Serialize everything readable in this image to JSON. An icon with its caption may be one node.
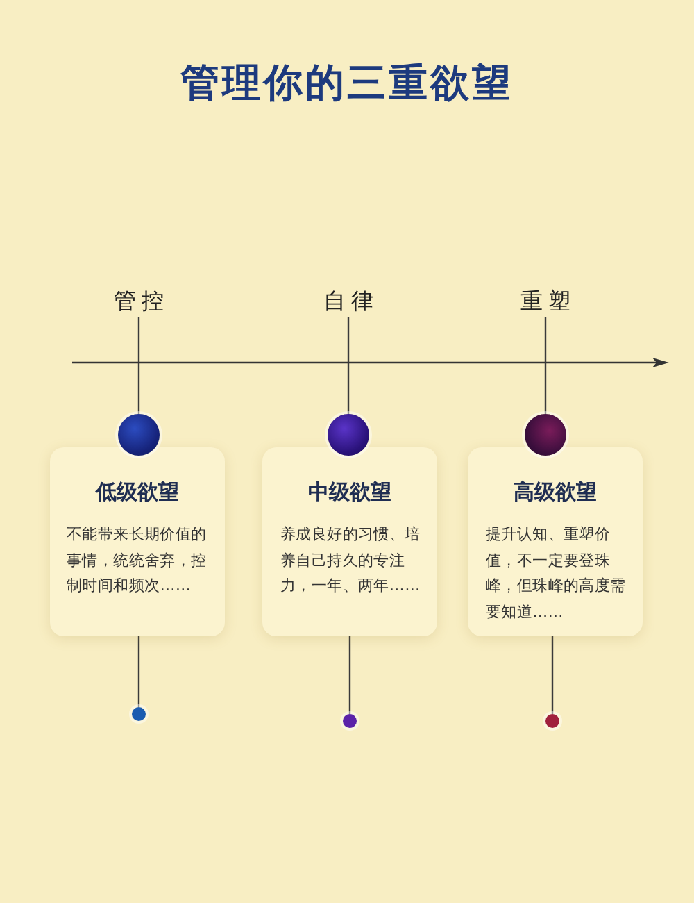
{
  "diagram": {
    "title": "管理你的三重欲望",
    "nodes": [
      {
        "text": [
          "管控"
        ]
      },
      {
        "text": [
          "自律"
        ]
      },
      {
        "text": [
          "重塑"
        ]
      },
      {
        "text": [],
        "shape": "circle"
      },
      {
        "text": [],
        "shape": "circle"
      },
      {
        "text": [],
        "shape": "circle"
      },
      {
        "text": [
          "低级欲望",
          "不能带来长期价值的事情，统统舍弃，控制时间和频次……"
        ]
      },
      {
        "text": [
          "中级欲望",
          "养成良好的习惯、培养自己持久的专注力，一年、两年……"
        ]
      },
      {
        "text": [
          "高级欲望",
          "提升认知、重塑价值，不一定要登珠峰，但珠峰的高度需要知道……"
        ]
      },
      {
        "text": [],
        "shape": "circle"
      },
      {
        "text": [],
        "shape": "circle"
      },
      {
        "text": [],
        "shape": "circle"
      }
    ],
    "edges": [
      {
        "from": 0,
        "to": 3,
        "arrow": "none"
      },
      {
        "from": 1,
        "to": 4,
        "arrow": "none"
      },
      {
        "from": 2,
        "to": 5,
        "arrow": "none"
      },
      {
        "from": 6,
        "to": 9,
        "arrow": "none"
      },
      {
        "from": 7,
        "to": 10,
        "arrow": "none"
      },
      {
        "from": 8,
        "to": 11,
        "arrow": "none"
      }
    ]
  }
}
